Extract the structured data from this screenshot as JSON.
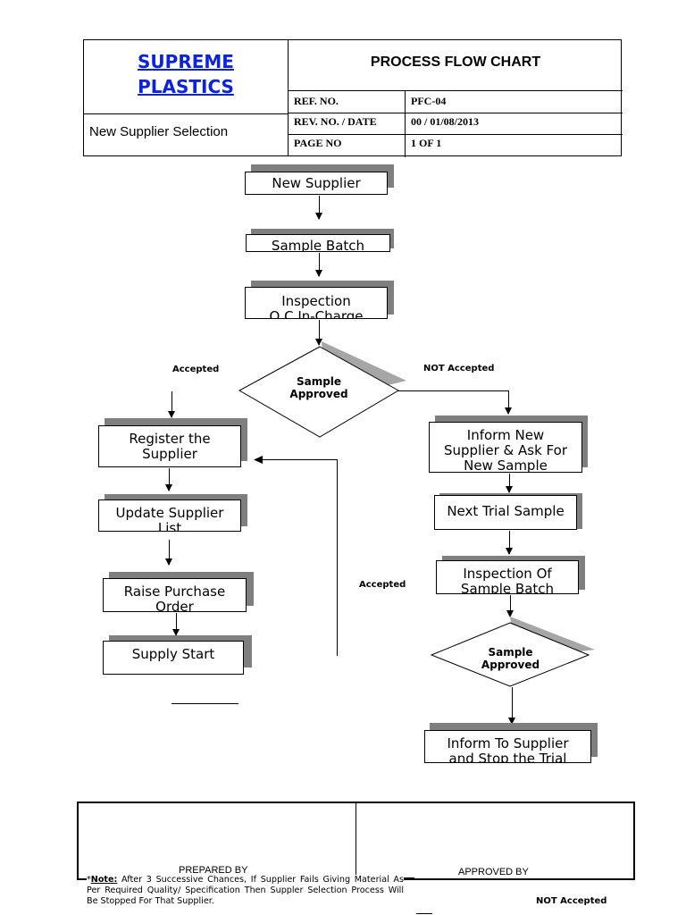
{
  "header": {
    "company_line1": "SUPREME",
    "company_line2": "PLASTICS",
    "title": "PROCESS FLOW CHART",
    "subtitle": "New Supplier Selection",
    "ref_label": "REF. NO.",
    "ref_value": "PFC-04",
    "rev_label": "REV. NO. / DATE",
    "rev_value": "00 / 01/08/2013",
    "page_label": "PAGE NO",
    "page_value": "1 OF 1"
  },
  "flow": {
    "new_supplier": "New Supplier",
    "sample_batch": "Sample Batch",
    "inspection_l1": "Inspection",
    "inspection_l2": "Q.C In-Charge",
    "decision1_l1": "Sample",
    "decision1_l2": "Approved",
    "accepted_left": "Accepted",
    "not_accepted": "NOT Accepted",
    "register_l1": "Register the",
    "register_l2": "Supplier",
    "update_l1": "Update Supplier",
    "update_l2": "List",
    "raise_l1": "Raise Purchase",
    "raise_l2": "Order",
    "supply_start": "Supply Start",
    "inform_l1": "Inform New",
    "inform_l2": "Supplier & Ask For",
    "inform_l3": "New Sample",
    "next_trial": "Next Trial Sample",
    "insp_batch_l1": "Inspection Of",
    "insp_batch_l2": "Sample Batch",
    "accepted_mid": "Accepted",
    "decision2_l1": "Sample",
    "decision2_l2": "Approved",
    "stop_l1": "Inform To Supplier",
    "stop_l2": "and Stop the Trial",
    "not_accepted_bottom": "NOT Accepted"
  },
  "footer": {
    "prepared_by": "PREPARED BY",
    "approved_by": "APPROVED BY",
    "note_label": "Note:",
    "note_prefix": "*",
    "note_text": " After 3 Successive Chances, If Supplier Fails Giving Material As Per Required Quality/ Specification Then Suppler Selection Process Will Be Stopped For That Supplier."
  }
}
